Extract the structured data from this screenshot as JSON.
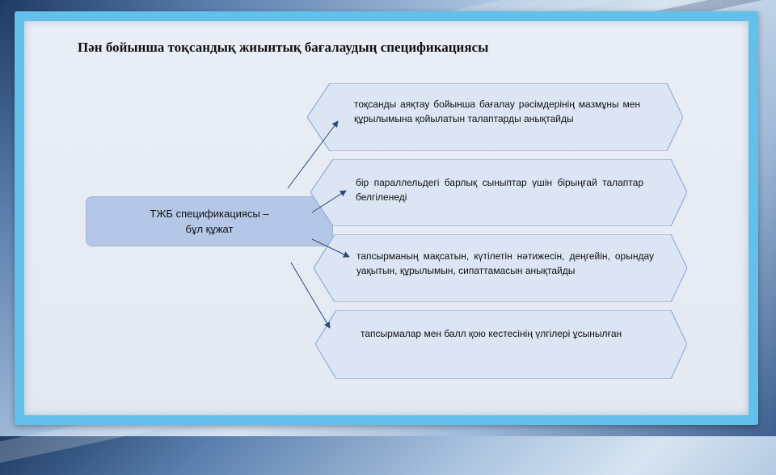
{
  "title": "Пән бойынша тоқсандық  жиынтық бағалаудың спецификациясы",
  "main_box": {
    "line1": "ТЖБ спецификациясы –",
    "line2": "бұл құжат"
  },
  "items": [
    {
      "text": "тоқсанды аяқтау бойынша бағалау рәсімдерінің мазмұны мен құрылымына қойылатын талаптарды анықтайды"
    },
    {
      "text": "бір параллельдегі барлық сыныптар үшін бірыңғай талаптар белгіленеді"
    },
    {
      "text": "тапсырманың мақсатын, күтілетін нәтижесін, деңгейін, орындау уақытын, құрылымын, сипаттамасын анықтайды"
    },
    {
      "text": "тапсырмалар мен балл қою кестесінің үлгілері ұсынылған"
    }
  ],
  "colors": {
    "frame": "#62c0ea",
    "panel": "#e6ecf4",
    "main_box": "#b4c7e7",
    "item_fill": "#dce5f3",
    "item_border": "#93acd3",
    "arrow": "#2c4a78"
  }
}
